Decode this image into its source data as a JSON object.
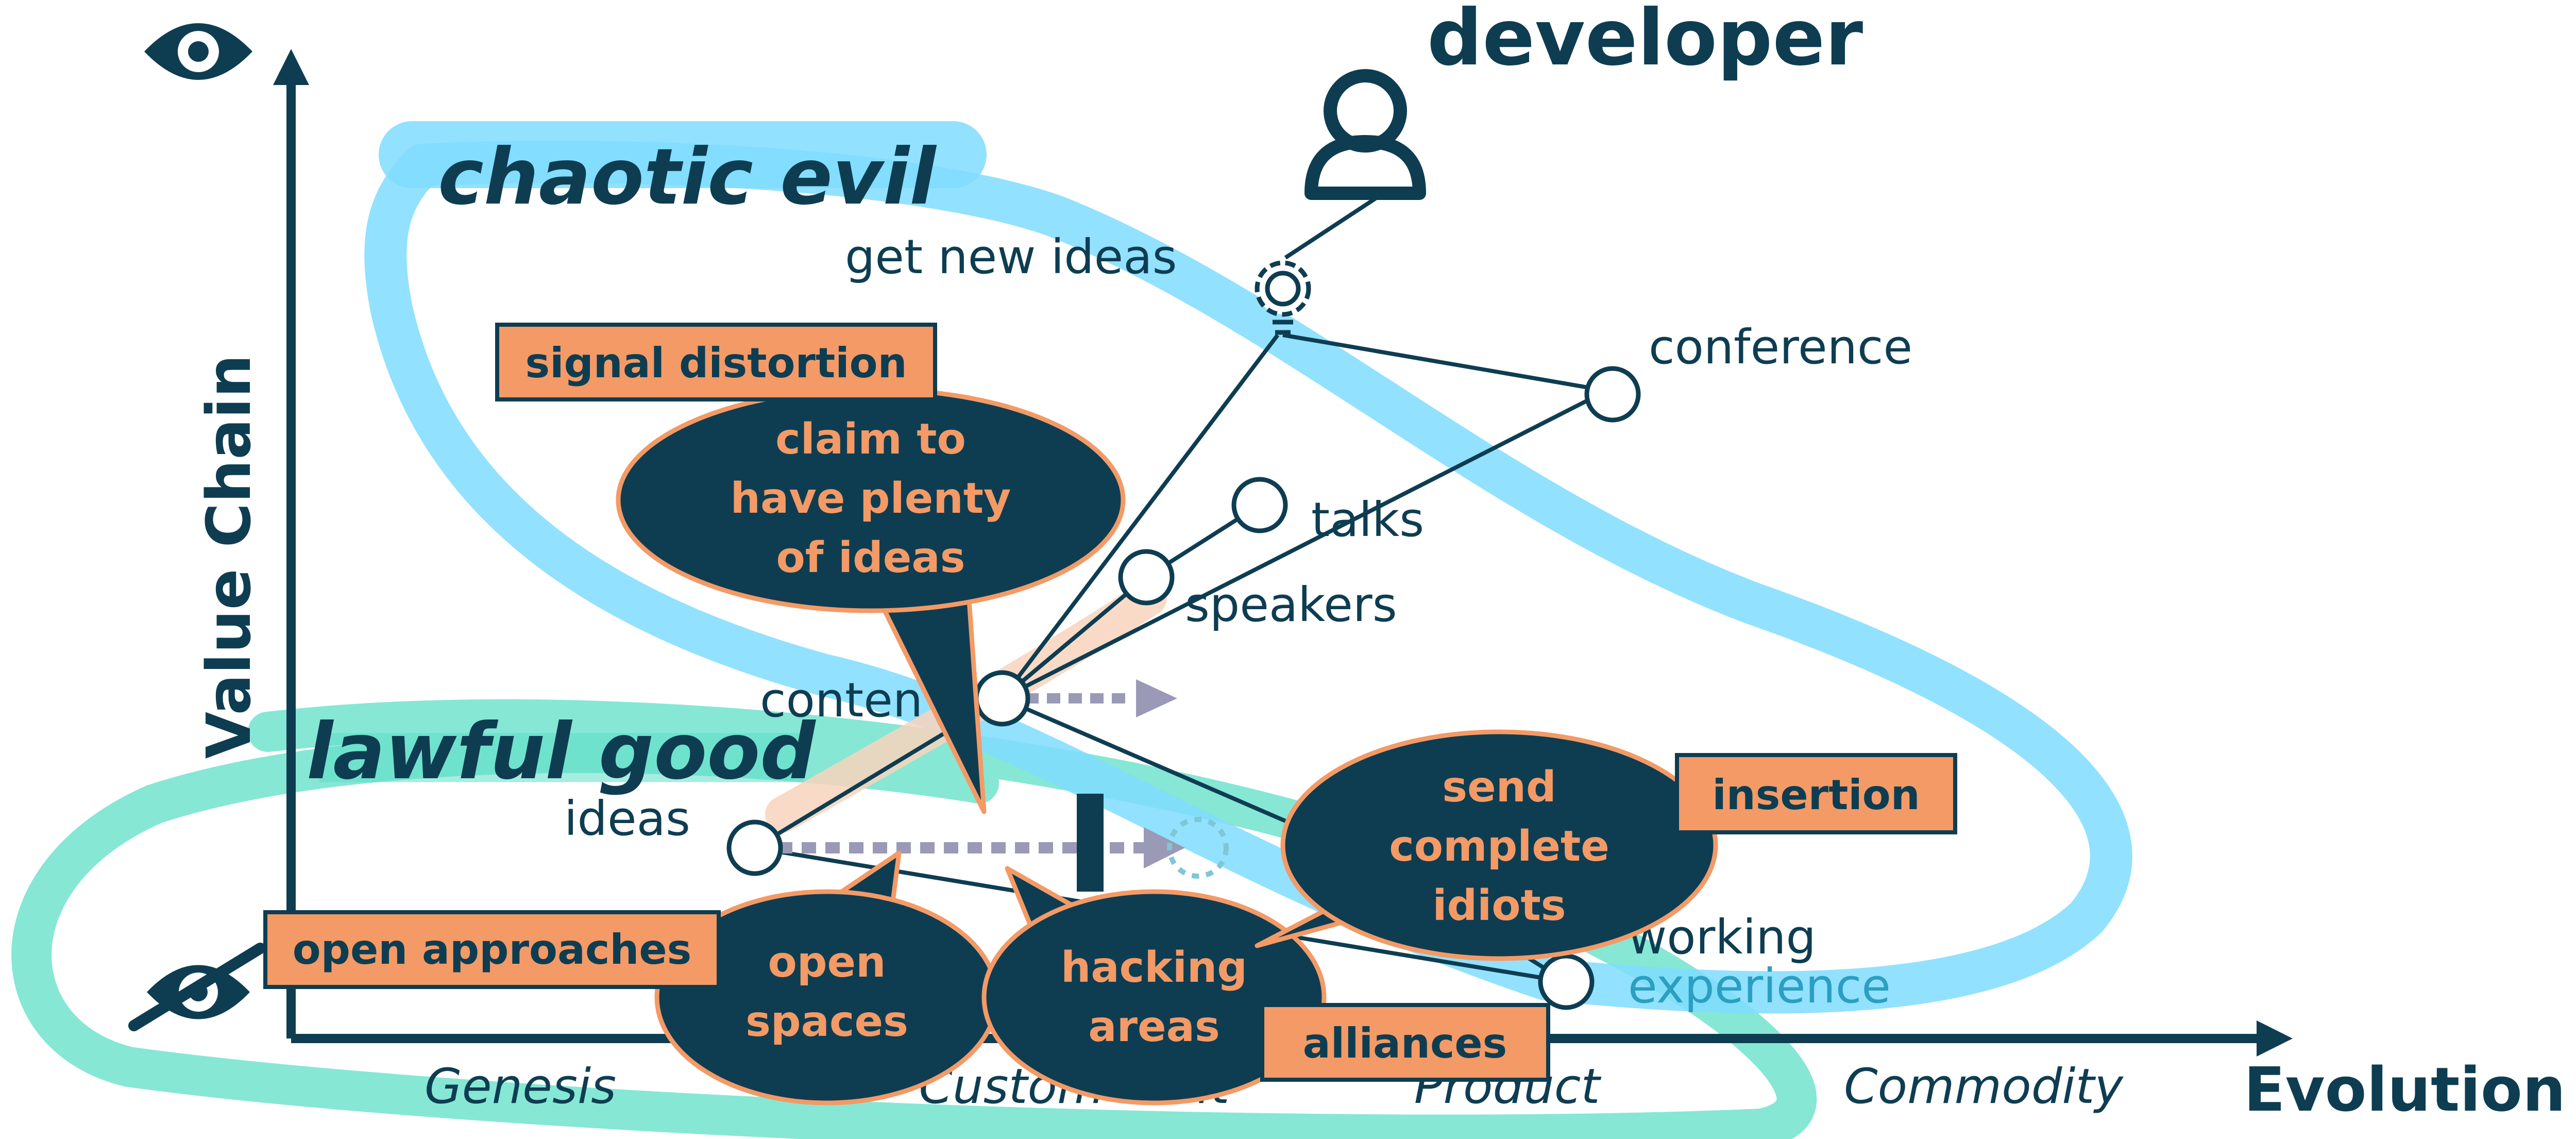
{
  "axes": {
    "y_label": "Value Chain",
    "x_label": "Evolution",
    "stages": [
      "Genesis",
      "Custom Built",
      "Product",
      "Commodity"
    ]
  },
  "user": {
    "label": "developer"
  },
  "components": {
    "need": "get new ideas",
    "conference": "conference",
    "talks": "talks",
    "speakers": "speakers",
    "content": "conten",
    "ideas": "ideas",
    "working_experience_line1": "working",
    "working_experience_line2": "experience"
  },
  "zones": {
    "chaotic": "chaotic evil",
    "lawful": "lawful good"
  },
  "bubbles": {
    "claim": [
      "claim to",
      "have plenty",
      "of ideas"
    ],
    "open_spaces": [
      "open",
      "spaces"
    ],
    "hacking": [
      "hacking",
      "areas"
    ],
    "idiots": [
      "send",
      "complete",
      "idiots"
    ]
  },
  "tags": {
    "signal_distortion": "signal distortion",
    "insertion": "insertion",
    "open_approaches": "open approaches",
    "alliances": "alliances"
  },
  "colors": {
    "navy": "#0e3d52",
    "orange": "#f39a66",
    "sky_blue": "#7fdcff",
    "teal": "#5ddfc7",
    "arrow_grey": "#9a9ab6"
  },
  "icons": [
    "eye-icon",
    "eye-crossed-icon",
    "person-icon",
    "lightbulb-gear-icon"
  ]
}
